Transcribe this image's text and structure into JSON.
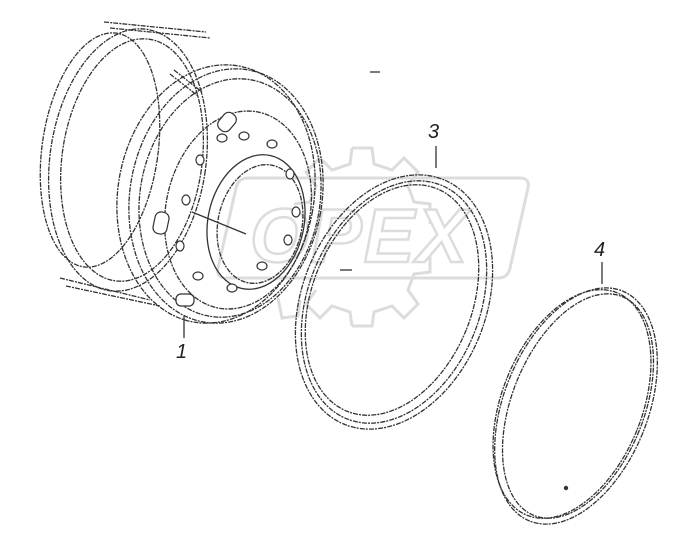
{
  "watermark": {
    "text": "OPEX"
  },
  "callouts": [
    {
      "id": "1",
      "label": "1",
      "part": "wheel-disc-rim"
    },
    {
      "id": "3",
      "label": "3",
      "part": "side-ring"
    },
    {
      "id": "4",
      "label": "4",
      "part": "lock-ring"
    }
  ]
}
